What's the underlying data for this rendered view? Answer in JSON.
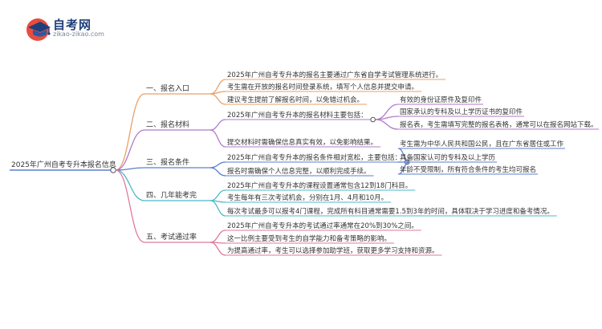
{
  "brand": {
    "name": "自考网",
    "url": "zikao-zikao.com"
  },
  "root": "2025年广州自考专升本报名信息",
  "branches": [
    {
      "label": "一、报名入口",
      "color": "#e8a06a",
      "items": [
        {
          "text": "2025年广州自考专升本的报名主要通过广东省自学考试管理系统进行。"
        },
        {
          "text": "考生需在开放的报名时间登录系统，填写个人信息并提交申请。"
        },
        {
          "text": "建议考生提前了解报名时间，以免错过机会。"
        }
      ]
    },
    {
      "label": "二、报名材料",
      "color": "#b07ac8",
      "items": [
        {
          "text": "2025年广州自考专升本的报名材料主要包括：",
          "children": [
            "有效的身份证原件及复印件",
            "国家承认的专科及以上学历证书的复印件",
            "报名表，考生需填写完整的报名表格，通常可以在报名网站下载。"
          ]
        },
        {
          "text": "提交材料时需确保信息真实有效，以免影响结果。"
        }
      ]
    },
    {
      "label": "三、报名条件",
      "color": "#5a7fd0",
      "items": [
        {
          "text": "2025年广州自考专升本的报名条件相对宽松，主要包括：",
          "children": [
            "考生需为中华人民共和国公民，且在广东省居住或工作",
            "具备国家认可的专科及以上学历",
            "年龄不受限制，所有符合条件的考生均可报名"
          ]
        },
        {
          "text": "报名时需确保个人信息完整，以顺利完成手续。"
        }
      ]
    },
    {
      "label": "四、几年能考完",
      "color": "#4db8c8",
      "items": [
        {
          "text": "2025年广州自考专升本的课程设置通常包含12到18门科目。"
        },
        {
          "text": "考生每年有三次考试机会，分别在1月、4月和10月。"
        },
        {
          "text": "每次考试最多可以报考4门课程，完成所有科目通常需要1.5到3年的时间，具体取决于学习进度和备考情况。"
        }
      ]
    },
    {
      "label": "五、考试通过率",
      "color": "#e07a9a",
      "items": [
        {
          "text": "2025年广州自考专升本的考试通过率通常在20%到30%之间。"
        },
        {
          "text": "这一比例主要受到考生的自学能力和备考策略的影响。"
        },
        {
          "text": "为提高通过率，考生可以选择参加助学班，获取更多学习支持和资源。"
        }
      ]
    }
  ]
}
